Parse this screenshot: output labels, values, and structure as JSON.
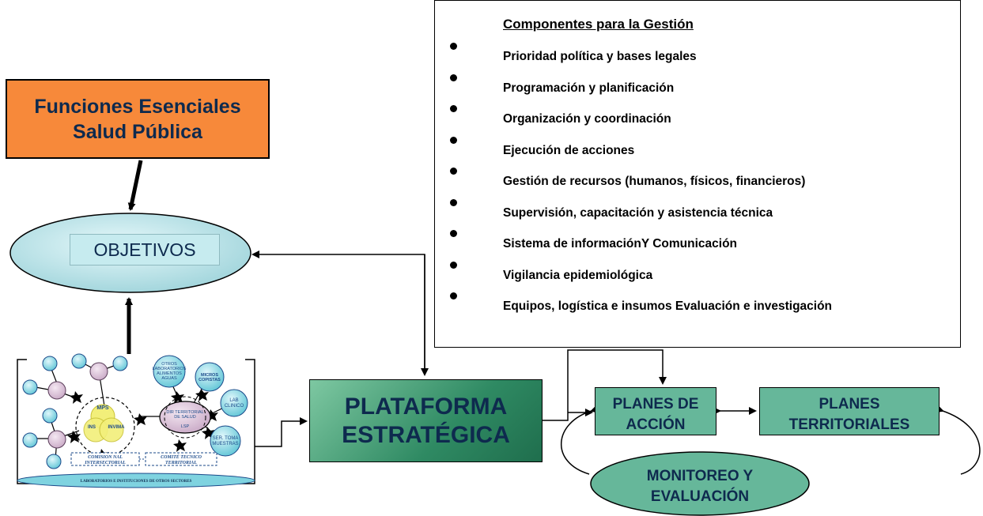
{
  "funciones": {
    "line1": "Funciones Esenciales",
    "line2": "Salud Pública"
  },
  "objetivos": {
    "label": "OBJETIVOS"
  },
  "componentes": {
    "title": "Componentes para la Gestión",
    "items": [
      "Prioridad política y bases legales",
      "Programación y planificación",
      "Organización y coordinación",
      "Ejecución de acciones",
      "Gestión de recursos (humanos, físicos, financieros)",
      "Supervisión, capacitación y asistencia técnica",
      "Sistema de informaciónY Comunicación",
      "Vigilancia epidemiológica",
      "Equipos, logística e insumos Evaluación e investigación"
    ]
  },
  "plataforma": {
    "line1": "PLATAFORMA",
    "line2": "ESTRATÉGICA"
  },
  "planes_accion": {
    "line1": "PLANES DE",
    "line2": "ACCIÓN"
  },
  "planes_territoriales": {
    "line1": "PLANES",
    "line2": "TERRITORIALES"
  },
  "monitoreo": {
    "line1": "MONITOREO Y",
    "line2": "EVALUACIÓN"
  },
  "network": {
    "mps": "MPS",
    "ins": "INS",
    "invima": "INVIMA",
    "dir_territorial_1": "DIR TERRITORIAL",
    "dir_territorial_2": "DE SALUD",
    "lsp": "LSP",
    "otros_1": "OTROS",
    "otros_2": "LABORATORIOS",
    "otros_3": "ALIMENTOS",
    "otros_4": "AGUAS",
    "micros_1": "MICROS",
    "micros_2": "COPISTAS",
    "lab_1": "LAB",
    "lab_2": "CLINICO",
    "ser_1": "SER. TOMA",
    "ser_2": "MUESTRAS",
    "comision_1": "COMISION NAL",
    "comision_2": "INTERSECTORIAL",
    "comite_1": "COMITÉ TECNICO",
    "comite_2": "TERRITORIAL",
    "base": "LABORATORIOS E INSTITUCIONES DE OTROS SECTORES"
  }
}
